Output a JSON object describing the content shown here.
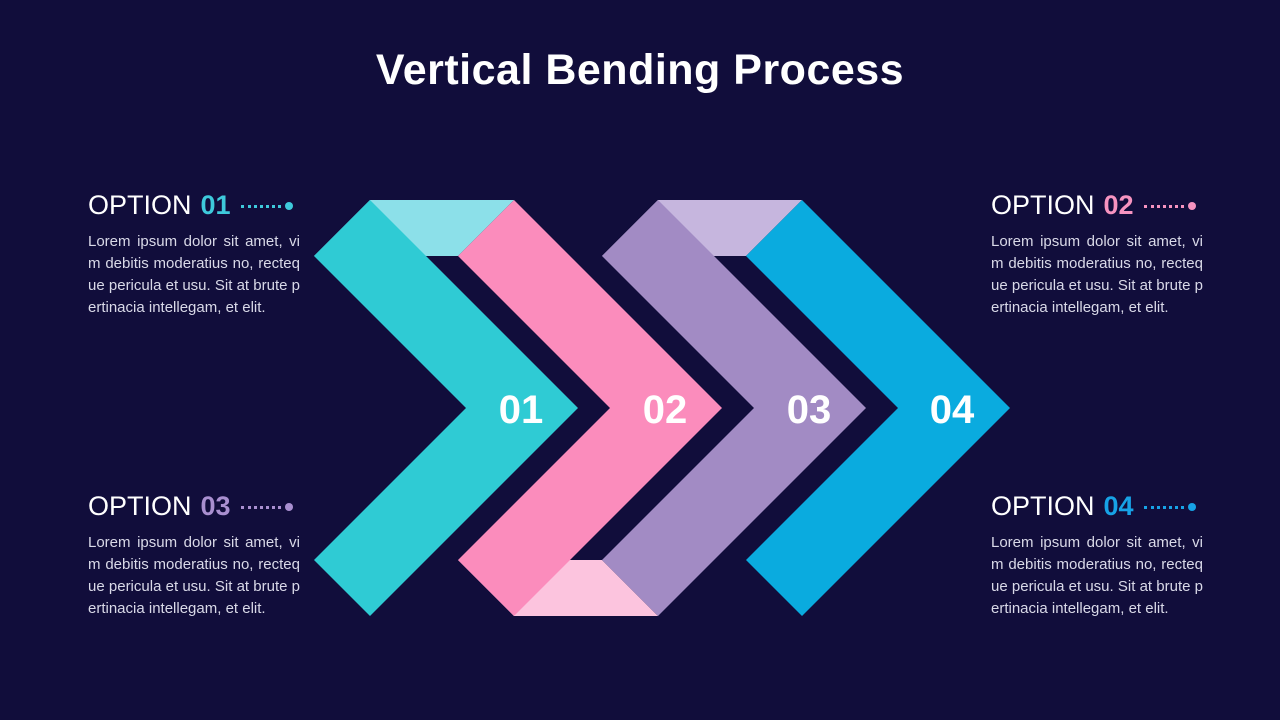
{
  "title": "Vertical Bending Process",
  "colors": {
    "background": "#110d3b",
    "body_text": "#d9d9e8",
    "heading_text": "#ffffff",
    "number_text": "#ffffff"
  },
  "options": [
    {
      "label": "OPTION",
      "number": "01",
      "color": "#3ec9db",
      "body": "Lorem ipsum dolor sit amet, vim debitis moderatius no, recteque pericula et usu. Sit at brute pertinacia intellegam, et elit."
    },
    {
      "label": "OPTION",
      "number": "02",
      "color": "#f693c0",
      "body": "Lorem ipsum dolor sit amet, vim debitis moderatius no, recteque pericula et usu. Sit at brute pertinacia intellegam, et elit."
    },
    {
      "label": "OPTION",
      "number": "03",
      "color": "#a98fd0",
      "body": "Lorem ipsum dolor sit amet, vim debitis moderatius no, recteque pericula et usu. Sit at brute pertinacia intellegam, et elit."
    },
    {
      "label": "OPTION",
      "number": "04",
      "color": "#17a2e6",
      "body": "Lorem ipsum dolor sit amet, vim debitis moderatius no, recteque pericula et usu. Sit at brute pertinacia intellegam, et elit."
    }
  ],
  "chevrons": [
    {
      "number": "01",
      "fill": "#2fcbd4"
    },
    {
      "number": "02",
      "fill": "#fb8cbc"
    },
    {
      "number": "03",
      "fill": "#a28bc4"
    },
    {
      "number": "04",
      "fill": "#0aabdf"
    }
  ],
  "folds": [
    {
      "name": "fold-teal-to-pink",
      "fill": "#8ce0e9"
    },
    {
      "name": "fold-pink-to-purple",
      "fill": "#fcc4de"
    },
    {
      "name": "fold-purple-to-blue",
      "fill": "#c6b6de"
    }
  ]
}
